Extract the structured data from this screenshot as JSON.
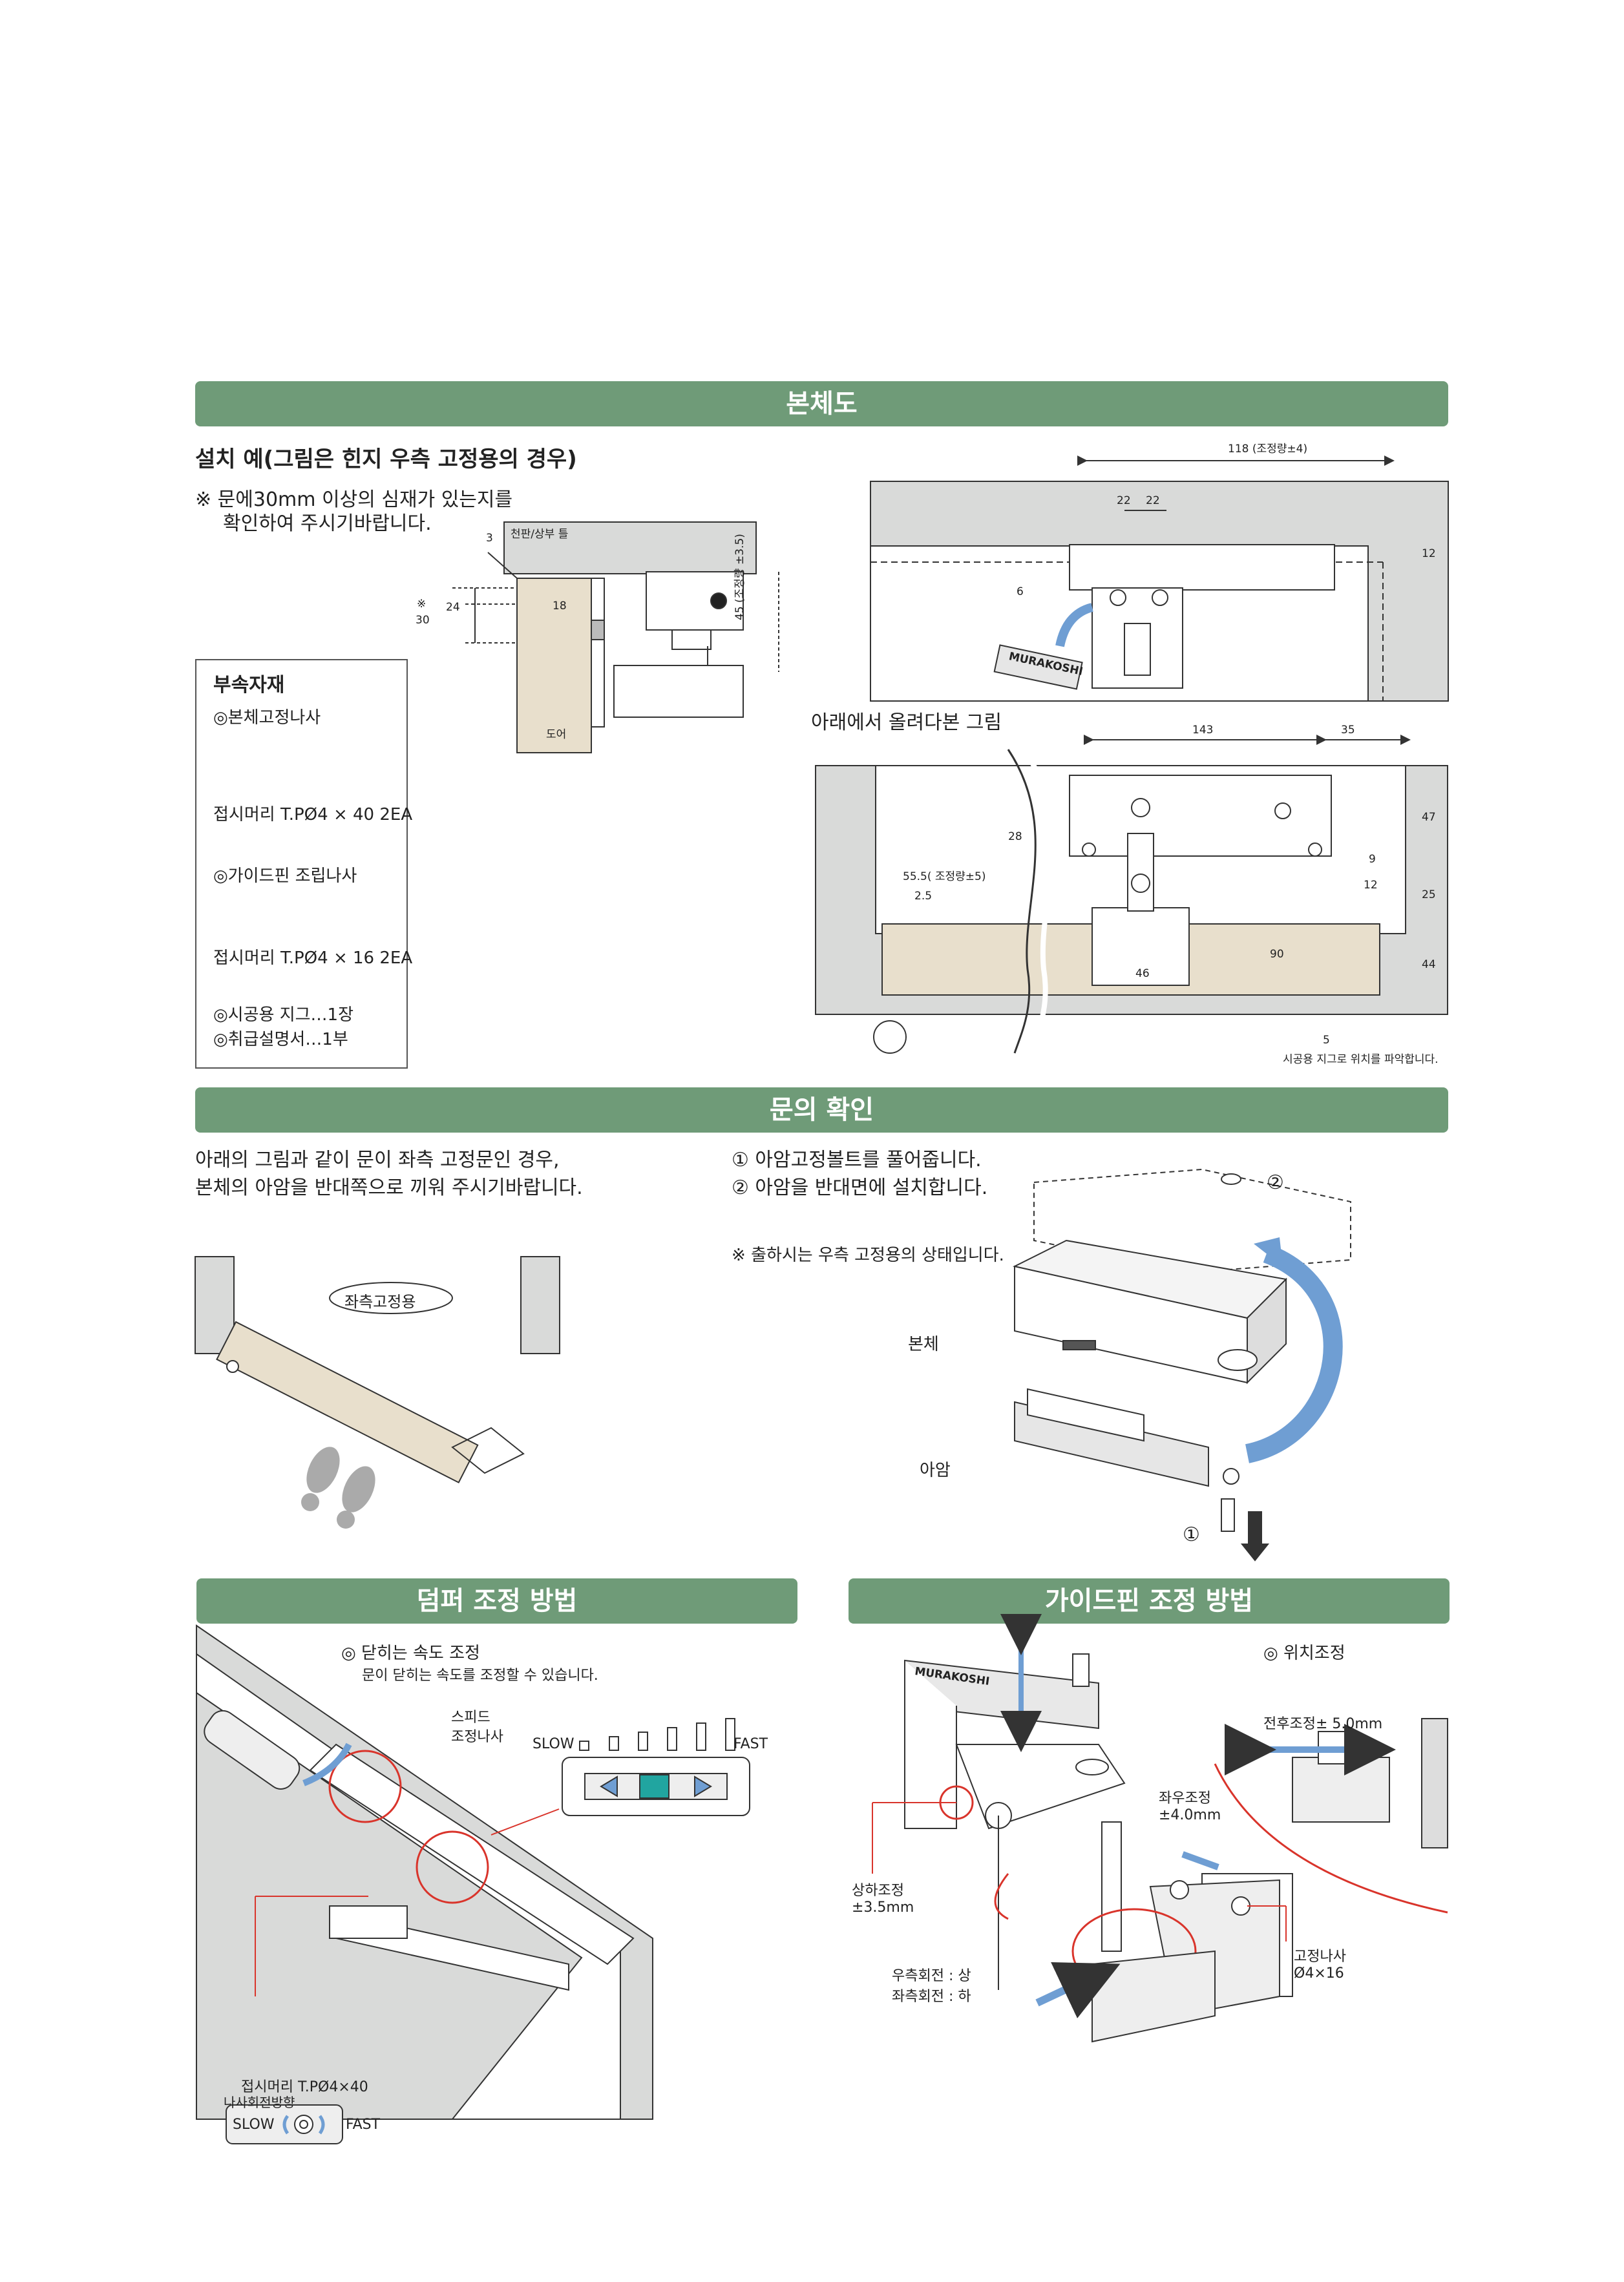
{
  "sections": {
    "body": "본체도",
    "door_check": "문의 확인",
    "damper": "덤퍼 조정 방법",
    "guide_pin": "가이드핀 조정 방법"
  },
  "install": {
    "title": "설치 예(그림은 힌지 우측 고정용의 경우)",
    "note1": "※ 문에30mm 이상의 심재가 있는지를",
    "note2": "확인하여 주시기바랍니다.",
    "lbl_ceiling": "천판/상부 틀",
    "lbl_door": "도어",
    "d3": "3",
    "d24": "24",
    "d30": "30",
    "d30_mark": "※",
    "d18": "18",
    "d45": "45 (조정량 ±3.5)"
  },
  "top_view": {
    "d118": "118 (조정량±4)",
    "d22a": "22",
    "d22b": "22",
    "d12": "12",
    "d6": "6",
    "brand": "MURAKOSHI"
  },
  "bottom_view": {
    "caption": "아래에서 올려다본 그림",
    "d143": "143",
    "d35": "35",
    "d47": "47",
    "d28": "28",
    "d9": "9",
    "d12": "12",
    "d25": "25",
    "d55": "55.5( 조정량±5)",
    "d2_5": "2.5",
    "d90": "90",
    "d46": "46",
    "d44": "44",
    "d5": "5",
    "jig_note": "시공용 지그로 위치를 파악합니다."
  },
  "parts": {
    "title": "부속자재",
    "item1": "◎본체고정나사",
    "item1_spec": "접시머리 T.PØ4 × 40 2EA",
    "item2": "◎가이드핀 조립나사",
    "item2_spec": "접시머리 T.PØ4 × 16 2EA",
    "item3": "◎시공용 지그…1장",
    "item4": "◎취급설명서…1부"
  },
  "door_check": {
    "text1": "아래의 그림과 같이 문이 좌측 고정문인 경우,",
    "text2": "본체의 아암을 반대쪽으로 끼워 주시기바랍니다.",
    "left_label": "좌측고정용",
    "step1": "① 아암고정볼트를 풀어줍니다.",
    "step2": "② 아암을 반대면에 설치합니다.",
    "note": "※ 출하시는 우측 고정용의 상태입니다.",
    "lbl_body": "본체",
    "lbl_arm": "아암",
    "n1": "①",
    "n2": "②"
  },
  "damper": {
    "title": "◎ 닫히는 속도 조정",
    "desc": "문이 닫히는 속도를 조정할 수 있습니다.",
    "speed_screw_1": "스피드",
    "speed_screw_2": "조정나사",
    "slow": "SLOW",
    "fast": "FAST",
    "screw_spec": "접시머리 T.PØ4×40",
    "rotation": "나사회전방향",
    "dial_slow": "SLOW",
    "dial_fast": "FAST"
  },
  "guide_pin": {
    "position": "◎ 위치조정",
    "front_back": "전후조정± 5.0mm",
    "left_right_1": "좌우조정",
    "left_right_2": "±4.0mm",
    "up_down_1": "상하조정",
    "up_down_2": "±3.5mm",
    "rot1": "우측회전 : 상",
    "rot2": "좌측회전 : 하",
    "fix1": "고정나사",
    "fix2": "Ø4×16",
    "brand": "MURAKOSHI"
  },
  "colors": {
    "header": "#6f9b78",
    "door": "#e8dfcc",
    "frame": "#d9dad9",
    "arrow": "#6f9ed3",
    "accent": "#d9342b"
  }
}
